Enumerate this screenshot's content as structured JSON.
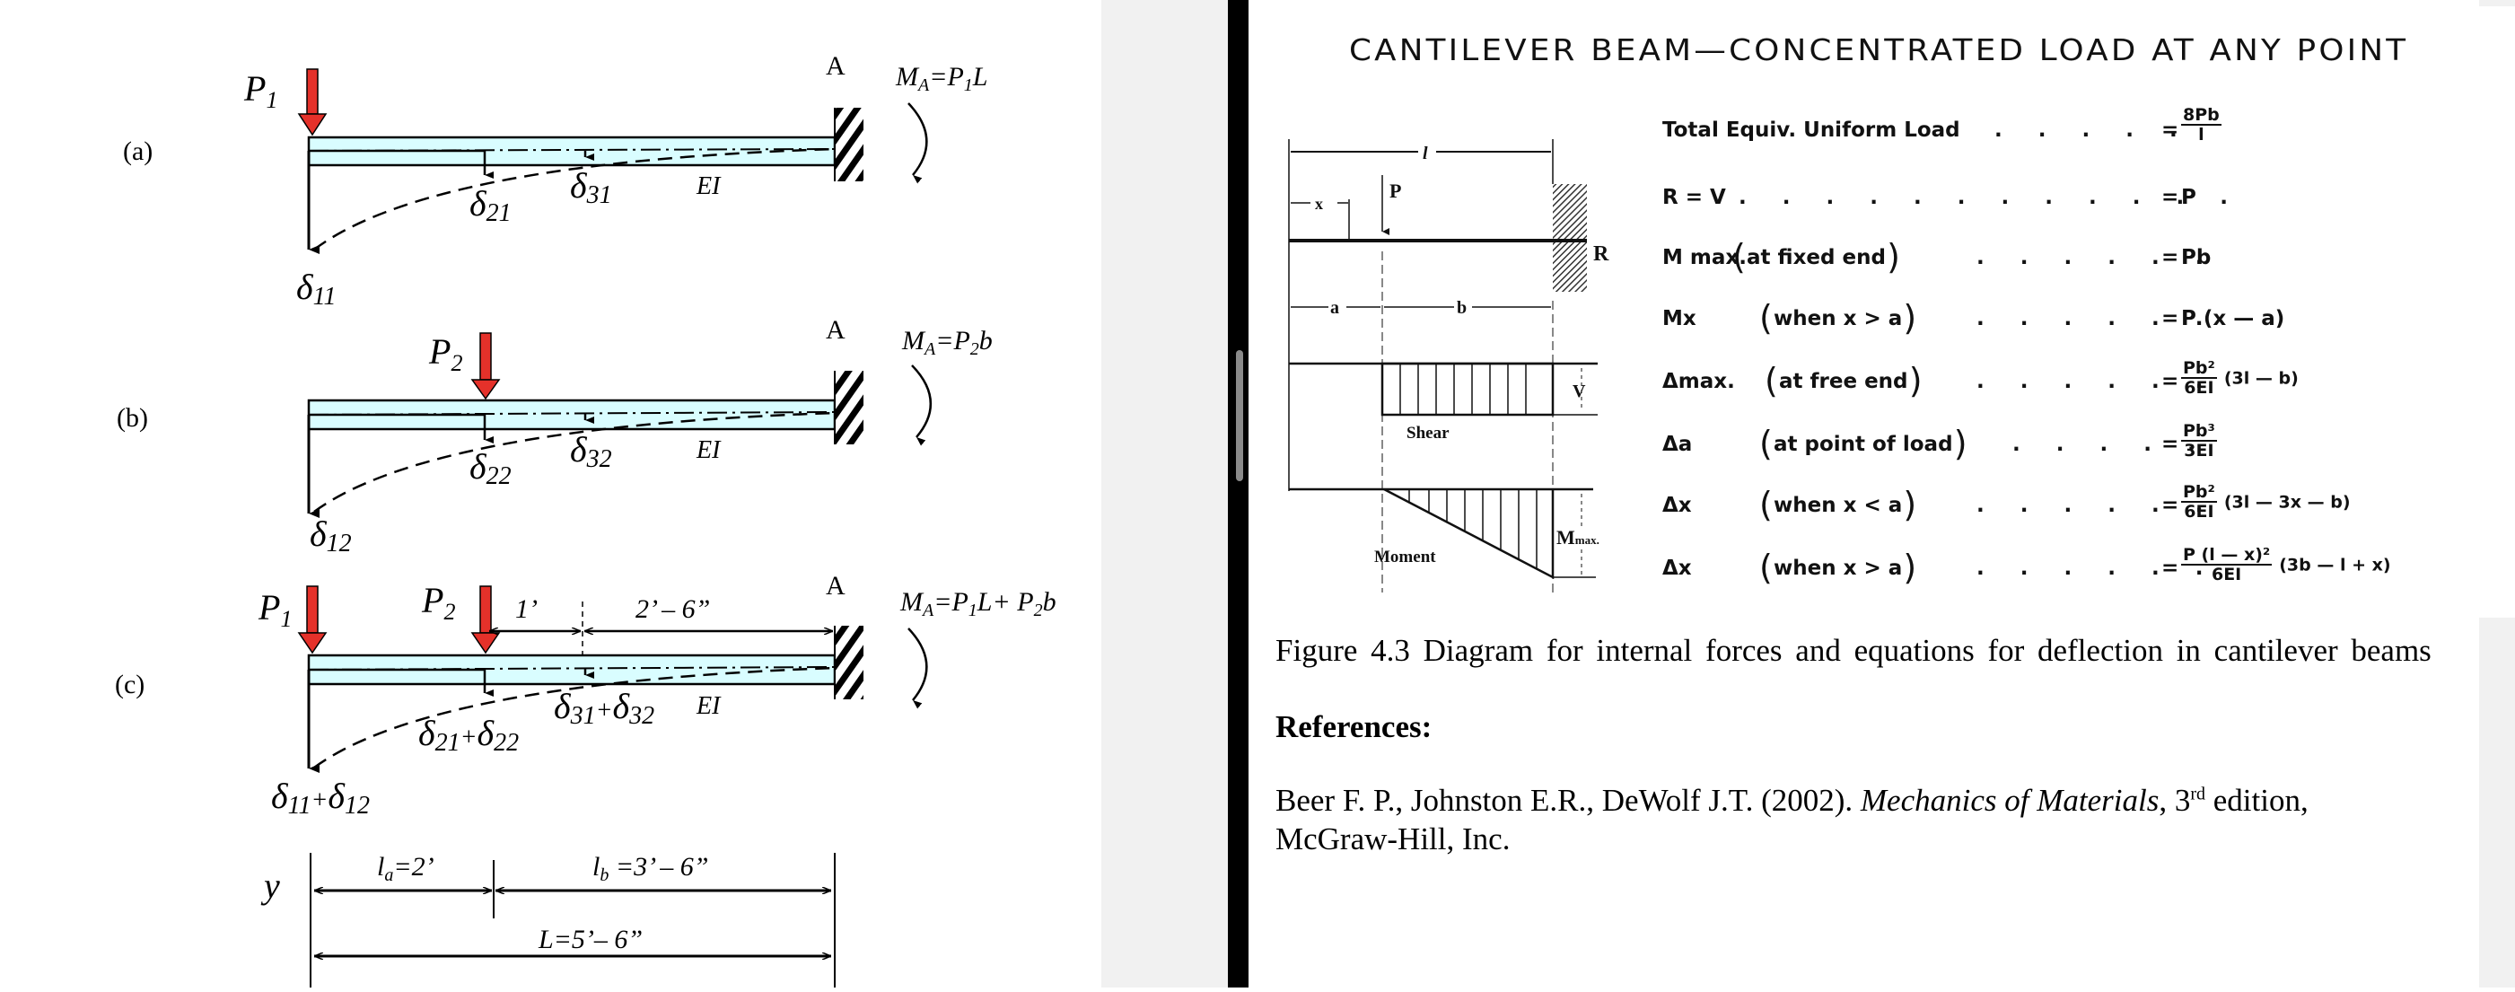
{
  "left_page": {
    "panels": [
      {
        "id": "a",
        "label": "(a)",
        "loads": [
          {
            "name": "P",
            "sub": "1"
          }
        ],
        "support": "A",
        "moment": {
          "lhs": "M",
          "lhs_sub": "A",
          "rhs": "=P",
          "rhs_sub": "1",
          "rhs_tail": "L"
        },
        "deflections": [
          {
            "sym": "δ",
            "sub": "11"
          },
          {
            "sym": "δ",
            "sub": "21"
          },
          {
            "sym": "δ",
            "sub": "31"
          }
        ],
        "stiffness": "EI"
      },
      {
        "id": "b",
        "label": "(b)",
        "loads": [
          {
            "name": "P",
            "sub": "2"
          }
        ],
        "support": "A",
        "moment": {
          "lhs": "M",
          "lhs_sub": "A",
          "rhs": "=P",
          "rhs_sub": "2",
          "rhs_tail": "b"
        },
        "deflections": [
          {
            "sym": "δ",
            "sub": "12"
          },
          {
            "sym": "δ",
            "sub": "22"
          },
          {
            "sym": "δ",
            "sub": "32"
          }
        ],
        "stiffness": "EI"
      },
      {
        "id": "c",
        "label": "(c)",
        "loads": [
          {
            "name": "P",
            "sub": "1"
          },
          {
            "name": "P",
            "sub": "2"
          }
        ],
        "support": "A",
        "moment": {
          "lhs": "M",
          "lhs_sub": "A",
          "rhs": "=P",
          "rhs_sub": "1",
          "rhs_tail": "L+ P",
          "rhs_sub2": "2",
          "rhs_tail2": "b"
        },
        "dims": {
          "d1": "1’",
          "d2": "2’ – 6”"
        },
        "deflections": [
          {
            "a": "11",
            "b": "12"
          },
          {
            "a": "21",
            "b": "22"
          },
          {
            "a": "31",
            "b": "32"
          }
        ],
        "stiffness": "EI"
      }
    ],
    "dimensions": {
      "axis_label": "y",
      "la": {
        "sym": "l",
        "sub": "a",
        "val": "=2’"
      },
      "lb": {
        "sym": "l",
        "sub": "b",
        "val": " =3’ – 6”"
      },
      "L": "L=5’– 6”"
    },
    "colors": {
      "beam_fill": "#d9fdff",
      "load_arrow": "#e5312a",
      "ink": "#000000"
    }
  },
  "right_page": {
    "title": "CANTILEVER BEAM—CONCENTRATED LOAD AT ANY POINT",
    "diagram": {
      "span": "l",
      "x": "x",
      "load": "P",
      "reaction": "R",
      "a": "a",
      "b": "b",
      "shear_label": "Shear",
      "shear_value": "V",
      "moment_label": "Moment",
      "moment_value": "M",
      "moment_value_sub": "max."
    },
    "formulas": [
      {
        "name": "Total Equiv. Uniform Load",
        "cond": "",
        "dots": ". . . . .",
        "eq": "=",
        "num": "8Pb",
        "den": "l",
        "tail": ""
      },
      {
        "name": "R = V",
        "cond": "",
        "dots": ". . . . . . . . . . . .",
        "eq": "=",
        "value": "P"
      },
      {
        "name": "M max.",
        "cond": "at fixed end",
        "dots": ". . . . . .",
        "eq": "=",
        "value": "Pb"
      },
      {
        "name": "Mx",
        "cond": "when x > a",
        "dots": ". . . . . .",
        "eq": "=",
        "value": "P (x — a)"
      },
      {
        "name": "Δmax.",
        "cond": "at free end",
        "dots": ". . . . . .",
        "eq": "=",
        "num": "Pb²",
        "den": "6EI",
        "tail": "(3l — b)"
      },
      {
        "name": "Δa",
        "cond": "at point of load",
        "dots": ". . . . .",
        "eq": "=",
        "num": "Pb³",
        "den": "3EI",
        "tail": ""
      },
      {
        "name": "Δx",
        "cond": "when x < a",
        "dots": ". . . . . .",
        "eq": "=",
        "num": "Pb²",
        "den": "6EI",
        "tail": "(3l — 3x — b)"
      },
      {
        "name": "Δx",
        "cond": "when x > a",
        "dots": ". . . . . .",
        "eq": "=",
        "num": "P (l — x)²",
        "den": "6EI",
        "tail": "(3b — l + x)"
      }
    ],
    "caption": "Figure 4.3 Diagram for internal forces and equations for deflection in cantilever beams",
    "references_heading": "References:",
    "reference": {
      "authors": "Beer F. P., Johnston E.R., DeWolf J.T. (2002). ",
      "title": "Mechanics of Materials",
      "edition_pre": ", 3",
      "edition_sup": "rd",
      "edition_post": " edition,",
      "publisher": "McGraw-Hill,  Inc."
    }
  },
  "viewer": {
    "background": "#f1f1f1",
    "divider_color": "#000000"
  }
}
